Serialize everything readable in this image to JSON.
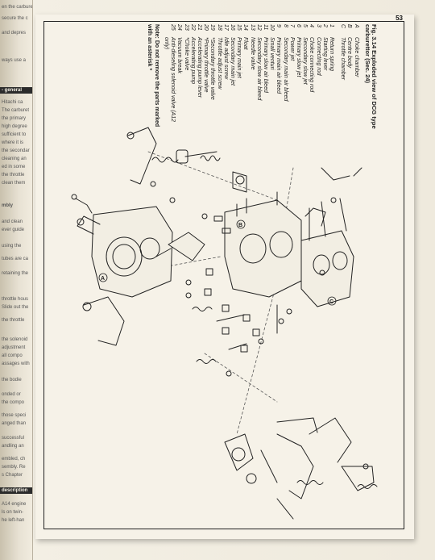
{
  "page": {
    "number": "53"
  },
  "figure": {
    "title_line1": "Fig. 3.14 Exploded view of DCG type",
    "title_line2": "carburettor (Sec. 24)",
    "legend": [
      {
        "key": "A",
        "text": "Choke chamber"
      },
      {
        "key": "B",
        "text": "Centre body"
      },
      {
        "key": "C",
        "text": "Throttle chamber"
      },
      {
        "key": "",
        "text": ""
      },
      {
        "key": "1",
        "text": "Return spring"
      },
      {
        "key": "2",
        "text": "Starting lever"
      },
      {
        "key": "3",
        "text": "Connecting rod"
      },
      {
        "key": "4",
        "text": "Choke connecting rod"
      },
      {
        "key": "5",
        "text": "Secondary slow jet"
      },
      {
        "key": "6",
        "text": "Primary slow jet"
      },
      {
        "key": "7",
        "text": "Power jet"
      },
      {
        "key": "8",
        "text": "Secondary main air bleed"
      },
      {
        "key": "9",
        "text": "Primary main air bleed"
      },
      {
        "key": "10",
        "text": "Small venturi"
      },
      {
        "key": "11",
        "text": "Primary slow air bleed"
      },
      {
        "key": "12",
        "text": "Secondary slow air bleed"
      },
      {
        "key": "13",
        "text": "Needle valve"
      },
      {
        "key": "14",
        "text": "Float"
      },
      {
        "key": "15",
        "text": "Primary main jet"
      },
      {
        "key": "16",
        "text": "Secondary main jet"
      },
      {
        "key": "17",
        "text": "Idle adjust screw"
      },
      {
        "key": "18",
        "text": "Throttle adjust screw"
      },
      {
        "key": "19",
        "text": "*Secondary throttle valve"
      },
      {
        "key": "20",
        "text": "*Primary throttle valve"
      },
      {
        "key": "21",
        "text": "Accelerating pump lever"
      },
      {
        "key": "22",
        "text": "Accelerating pump"
      },
      {
        "key": "23",
        "text": "*Choke valve"
      },
      {
        "key": "24",
        "text": "Vacuum break"
      },
      {
        "key": "25",
        "text": "Anti-dieseling solenoid valve (A12"
      },
      {
        "key": "",
        "text": "only)"
      }
    ],
    "note_line1": "Note: Do not remove the parts marked",
    "note_line2": "with an asterisk *"
  },
  "left_page_fragments": [
    "en the carbure",
    "secure the c",
    "and depres",
    "ways use a",
    "- general",
    "Hitachi ca",
    "The carburet",
    "the primary",
    "high degree",
    "sufficient to",
    "where it is",
    "the secondar",
    "cleaning an",
    "ed in some",
    "the throttle",
    "clean them",
    "mbly",
    "and clean",
    "ever guide",
    "using the",
    "tubes are ca",
    "retaining the",
    "throttle hous",
    "Slide out the",
    "the throttle",
    "the solenoid",
    "adjustment",
    "all compo",
    "assages with",
    "the bodie",
    "onded or",
    "the compo",
    "those speci",
    "anged than",
    "successful",
    "andling an",
    "embled, ch",
    "sembly. Re",
    "s Chapter",
    "description",
    "A14 engine",
    "ls on twin-",
    "he left-han"
  ]
}
